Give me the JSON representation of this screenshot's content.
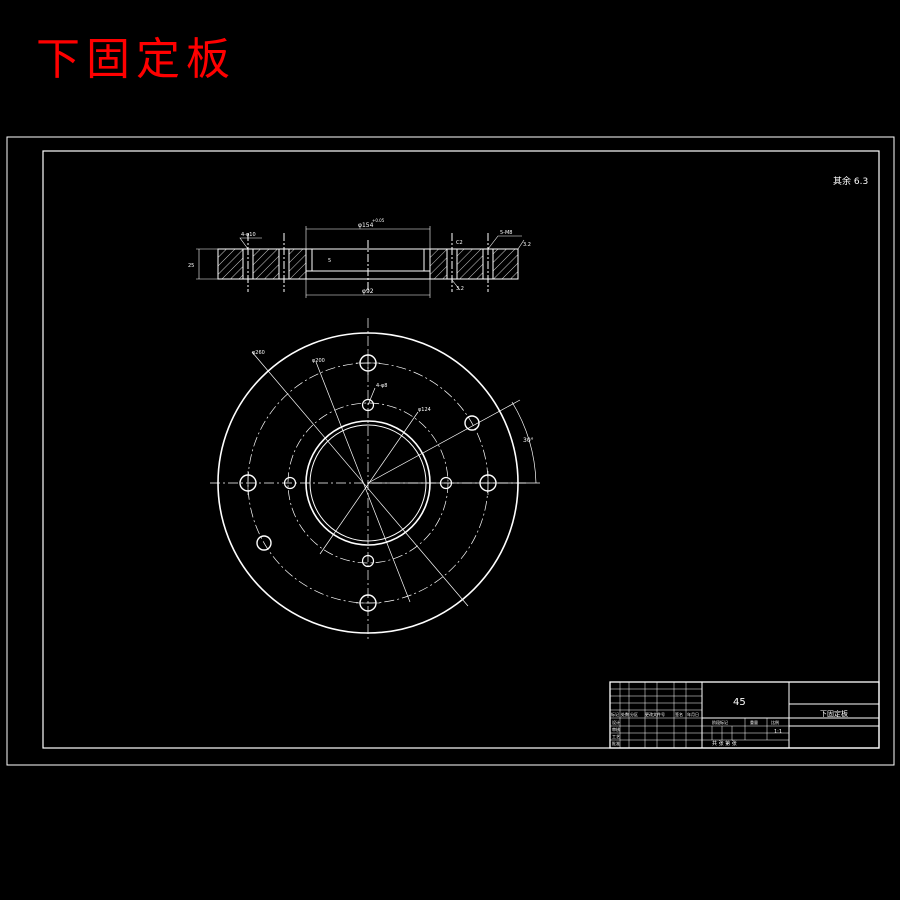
{
  "title": "下固定板",
  "roughness_note": "其余 6.3",
  "section_view": {
    "dim_top_diameter": "φ154",
    "dim_top_tol": "+0.05",
    "dim_bottom_diameter": "φ92",
    "dim_holes_left": "4-φ10",
    "dim_holes_right": "5-M8",
    "dim_chamfer": "C2",
    "dim_height": "25",
    "dim_step": "5",
    "roughness_left": "3.2",
    "roughness_right": "3.2"
  },
  "plan_view": {
    "dim_outer": "φ260",
    "dim_bolt_circle_outer": "φ200",
    "dim_bolt_circle_inner": "φ124",
    "dim_holes": "4-φ8",
    "dim_angle": "30°"
  },
  "title_block": {
    "material": "45",
    "part_name": "下固定板",
    "scale": "1:1",
    "sheet": "共 张 第 张",
    "row_labels": [
      "标记",
      "处数",
      "分区",
      "更改文件号",
      "签名",
      "年月日"
    ],
    "role_labels": [
      "设计",
      "审核",
      "工艺",
      "批准"
    ],
    "stage_labels": [
      "阶段标记",
      "重量",
      "比例"
    ]
  }
}
